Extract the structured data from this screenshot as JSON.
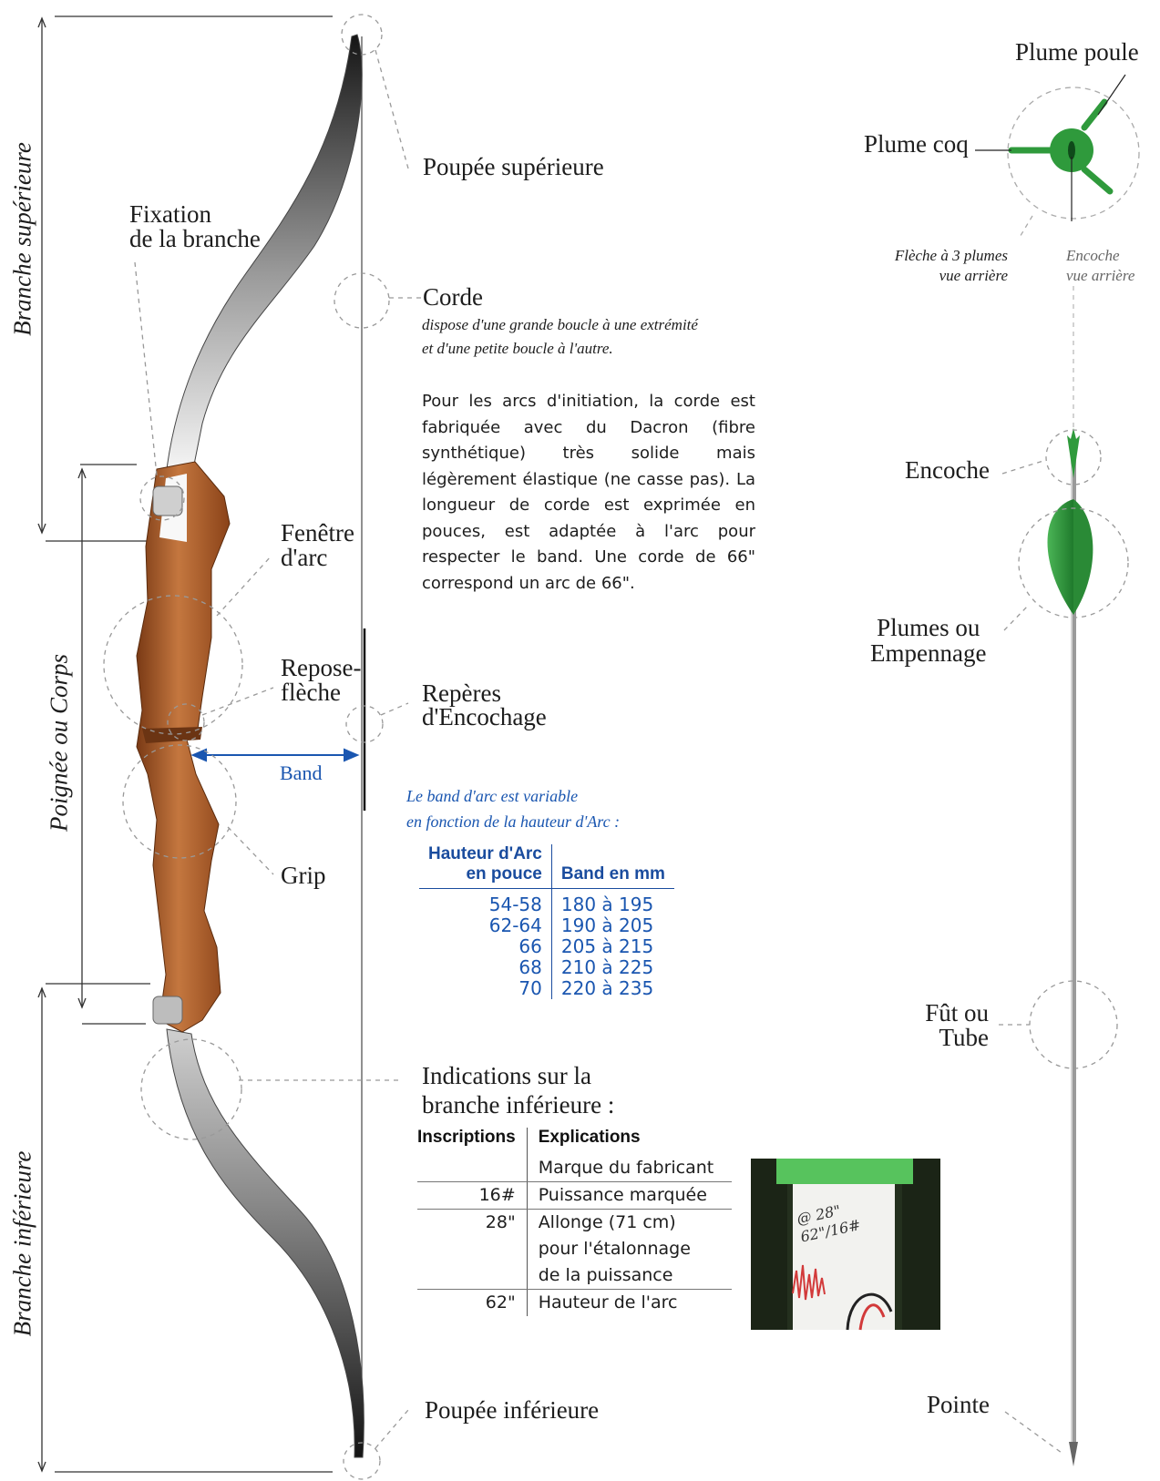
{
  "bow": {
    "side_labels": {
      "upper_limb": "Branche supérieure",
      "riser": "Poignée ou Corps",
      "lower_limb": "Branche inférieure"
    },
    "parts": {
      "limb_fixing_line1": "Fixation",
      "limb_fixing_line2": "de la branche",
      "arc_window_line1": "Fenêtre",
      "arc_window_line2": "d'arc",
      "arrow_rest_line1": "Repose-",
      "arrow_rest_line2": "flèche",
      "band": "Band",
      "grip": "Grip",
      "upper_tip": "Poupée supérieure",
      "lower_tip": "Poupée inférieure",
      "nocking_points_line1": "Repères",
      "nocking_points_line2": "d'Encochage"
    }
  },
  "string": {
    "title": "Corde",
    "subtitle_line1": "dispose d'une grande boucle à une extrémité",
    "subtitle_line2": "et d'une petite boucle à l'autre.",
    "paragraph": "Pour les arcs d'initiation, la corde est fabriquée avec du Dacron (fibre synthétique) très solide mais légèrement élastique (ne casse pas). La longueur de corde est exprimée en pouces, est adaptée à l'arc pour respecter le band. Une corde de 66\" correspond un arc de 66\"."
  },
  "band_table": {
    "intro_line1": "Le band d'arc est variable",
    "intro_line2": "en fonction de la hauteur d'Arc :",
    "header_col1_line1": "Hauteur d'Arc",
    "header_col1_line2": "en pouce",
    "header_col2": "Band en mm",
    "rows": [
      {
        "height": "54-58",
        "band": "180 à 195"
      },
      {
        "height": "62-64",
        "band": "190 à 205"
      },
      {
        "height": "66",
        "band": "205 à 215"
      },
      {
        "height": "68",
        "band": "210 à 225"
      },
      {
        "height": "70",
        "band": "220 à 235"
      }
    ]
  },
  "lower_limb_info": {
    "title_line1": "Indications sur la",
    "title_line2": "branche inférieure :",
    "header_col1": "Inscriptions",
    "header_col2": "Explications",
    "rows": [
      {
        "inscription": "",
        "explanation": "Marque du fabricant"
      },
      {
        "inscription": "16#",
        "explanation": "Puissance marquée"
      },
      {
        "inscription": "28\"",
        "explanation": "Allonge (71 cm)"
      },
      {
        "inscription": "",
        "explanation": "pour l'étalonnage"
      },
      {
        "inscription": "",
        "explanation": "de la puissance"
      },
      {
        "inscription": "62\"",
        "explanation": "Hauteur de l'arc"
      }
    ],
    "photo_handwriting_line1": "@ 28\"",
    "photo_handwriting_line2": "62\"/16#"
  },
  "arrow": {
    "cock_feather": "Plume coq",
    "hen_feather": "Plume poule",
    "rear_view_left_line1": "Flèche à 3 plumes",
    "rear_view_left_line2": "vue arrière",
    "rear_view_right_line1": "Encoche",
    "rear_view_right_line2": "vue arrière",
    "nock": "Encoche",
    "fletching_line1": "Plumes ou",
    "fletching_line2": "Empennage",
    "shaft_line1": "Fût ou",
    "shaft_line2": "Tube",
    "point": "Pointe"
  },
  "colors": {
    "wood": "#a65a2a",
    "limb_dark": "#2b2b2b",
    "feather_green": "#2f9a3c",
    "band_blue": "#1a56b0"
  }
}
